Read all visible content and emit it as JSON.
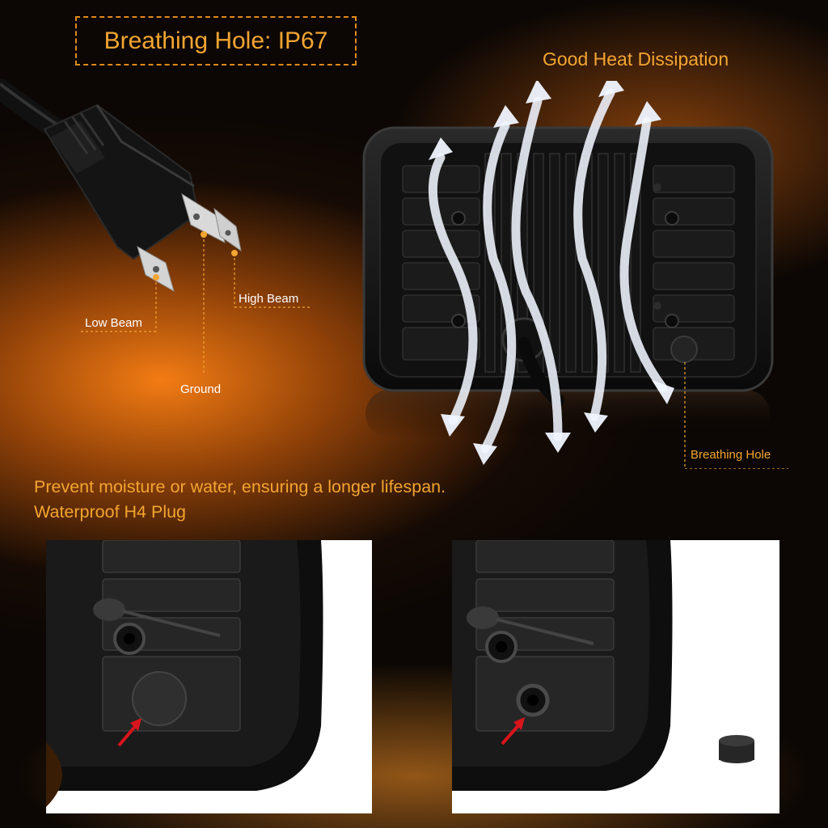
{
  "header": {
    "title": "Breathing Hole: IP67",
    "heat_title": "Good Heat Dissipation"
  },
  "plug": {
    "low_beam": "Low Beam",
    "high_beam": "High Beam",
    "ground": "Ground"
  },
  "lamp": {
    "breathing_hole": "Breathing Hole"
  },
  "captions": {
    "line1": "Prevent moisture or water, ensuring a longer lifespan.",
    "line2": "Waterproof H4 Plug"
  },
  "colors": {
    "accent": "#f3a531",
    "dashed": "#e08a1e",
    "arrow_red": "#d9141b"
  }
}
